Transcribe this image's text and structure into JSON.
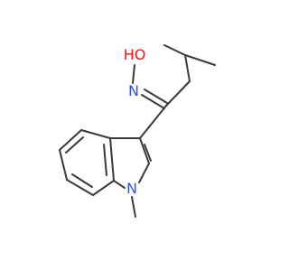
{
  "molecule": {
    "atoms": {
      "oxygen": {
        "label": "HO",
        "color": "#ff0d0d"
      },
      "oxime_nitrogen": {
        "label": "N",
        "color": "#3050f8"
      },
      "indole_nitrogen": {
        "label": "N",
        "color": "#3050f8"
      }
    },
    "colors": {
      "bond": "#3a3a3a",
      "background": "#ffffff"
    }
  }
}
